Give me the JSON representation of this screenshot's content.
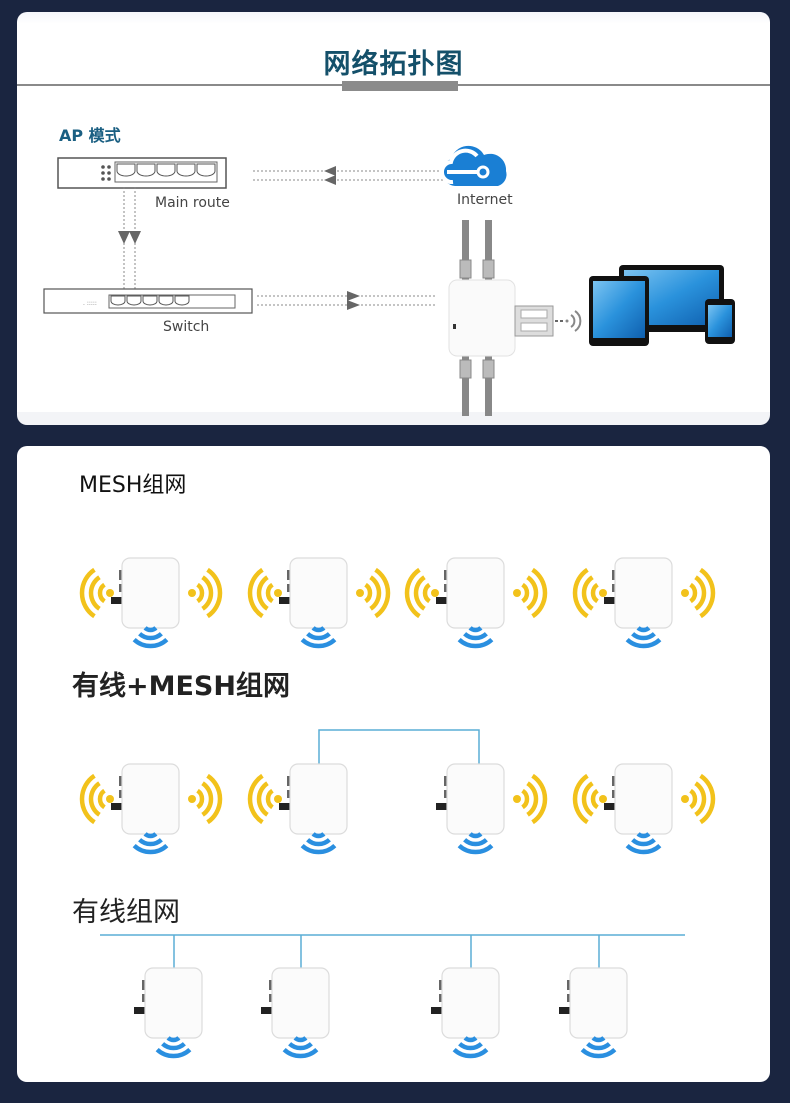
{
  "topology": {
    "title": "网络拓扑图",
    "ap_mode_label": "AP 模式",
    "main_route_label": "Main route",
    "switch_label": "Switch",
    "internet_label": "Internet",
    "colors": {
      "background": "#1a2540",
      "title": "#14506a",
      "ap_label": "#1a5f82",
      "cloud": "#1a7fd4",
      "wifi_yellow": "#f2c21b",
      "wifi_blue": "#2a8fe0",
      "wire_blue": "#5aaed6"
    }
  },
  "networking": {
    "sections": [
      {
        "title": "MESH组网",
        "nodes": 4
      },
      {
        "title": "有线+MESH组网",
        "nodes": 4,
        "wired_links": [
          [
            2,
            3
          ]
        ]
      },
      {
        "title": "有线组网",
        "nodes": 4,
        "wired_bus": true
      }
    ]
  }
}
